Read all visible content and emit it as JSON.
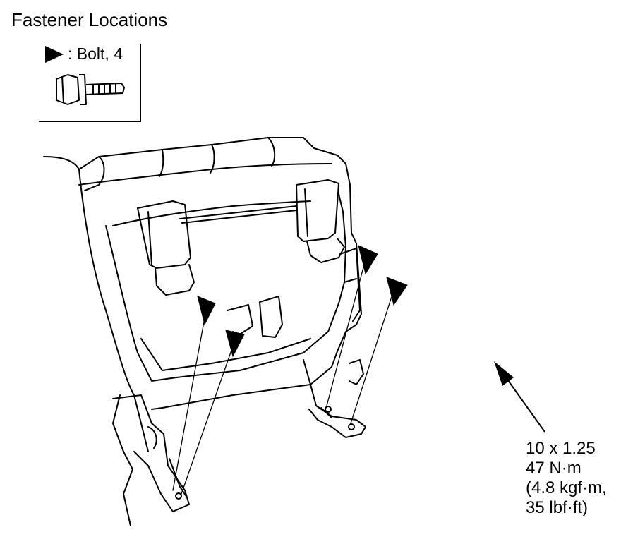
{
  "title": "Fastener Locations",
  "legend": {
    "label": ": Bolt, 4",
    "marker_icon": "triangle-marker-icon",
    "bolt_icon": "flange-bolt-icon"
  },
  "torque_spec": {
    "size": "10 x 1.25",
    "metric": "47 N·m",
    "kgf": "(4.8 kgf·m,",
    "imperial": "35 lbf·ft)"
  },
  "colors": {
    "line": "#000000",
    "background": "#ffffff"
  }
}
